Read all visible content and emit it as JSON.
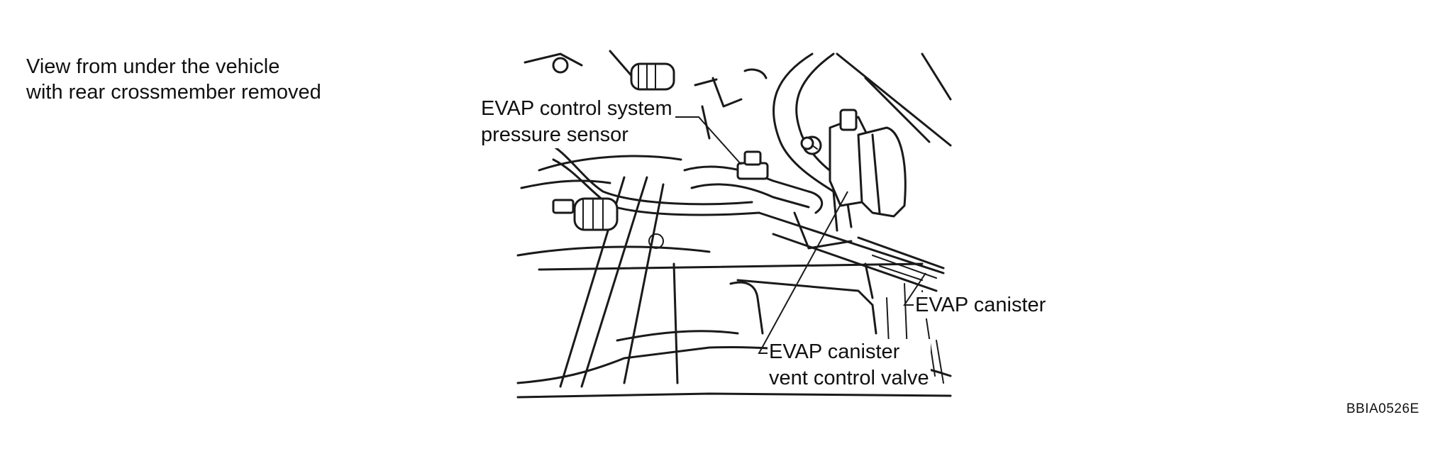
{
  "caption": {
    "line1": "View from under the vehicle",
    "line2": "with rear crossmember removed"
  },
  "callouts": {
    "pressure_sensor": {
      "line1": "EVAP control system",
      "line2": "pressure sensor"
    },
    "canister": {
      "line1": "EVAP canister"
    },
    "vent_valve": {
      "line1": "EVAP canister",
      "line2": "vent control valve"
    }
  },
  "figure_code": "BBIA0526E"
}
